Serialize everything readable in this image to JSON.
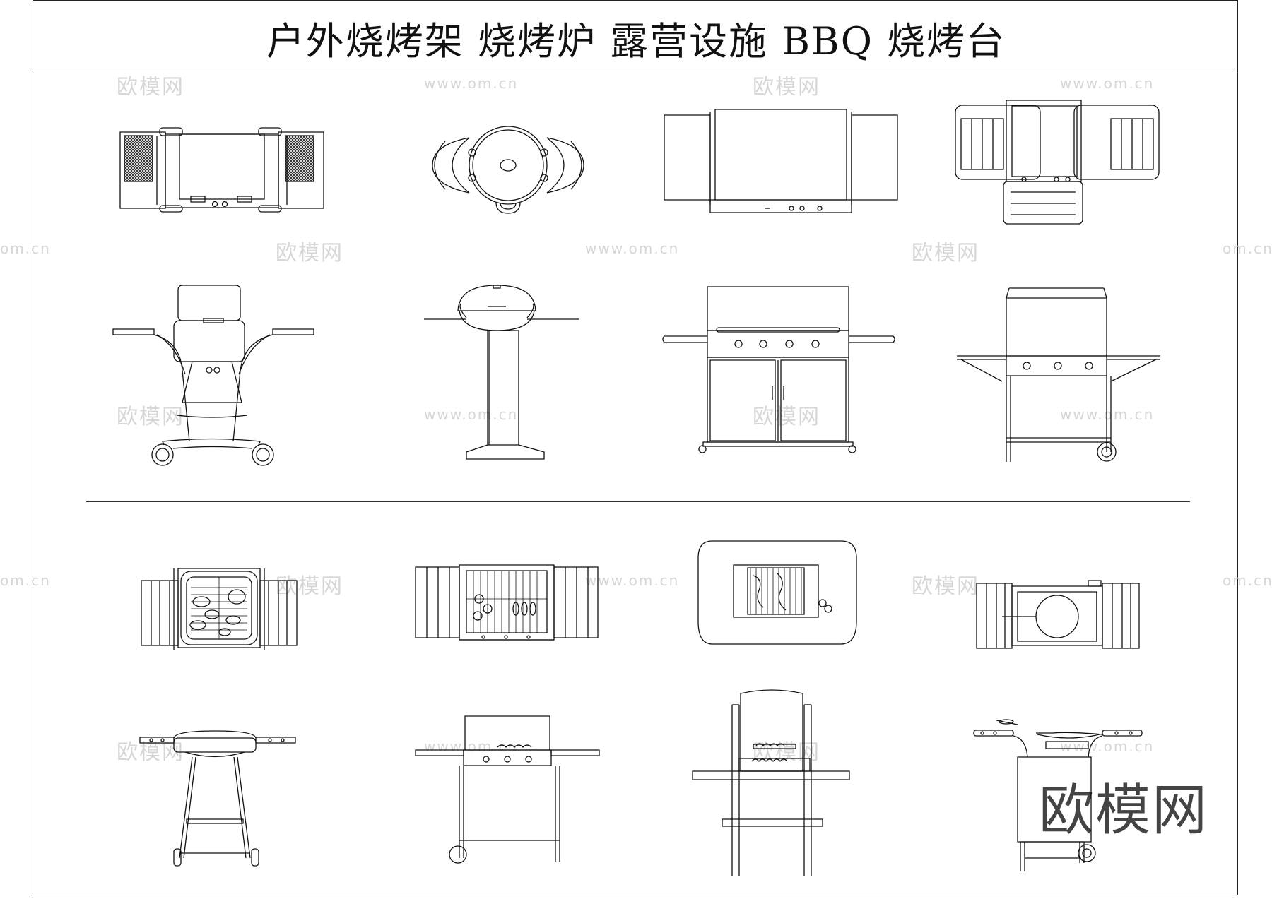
{
  "title": "户外烧烤架  烧烤炉  露营设施  BBQ  烧烤台",
  "watermark": {
    "brand": "欧模网",
    "url": "www.om.cn",
    "url_short": "om.cn"
  },
  "logo": "欧模网",
  "colors": {
    "line": "#111111",
    "watermark": "#d6d6d6",
    "logo": "#444444"
  },
  "groups": [
    {
      "name": "top-views-row-1",
      "items": [
        "grill-plan-1",
        "kettle-plan",
        "gas-grill-plan",
        "cart-grill-plan"
      ]
    },
    {
      "name": "front-elevations-row-2",
      "items": [
        "cart-grill-elevation",
        "pedestal-grill-elevation",
        "cabinet-grill-elevation",
        "side-shelf-grill-elevation"
      ]
    },
    {
      "name": "top-views-row-3",
      "items": [
        "charcoal-plan",
        "rack-grill-plan",
        "counter-grill-plan",
        "round-grill-plan"
      ]
    },
    {
      "name": "front-elevations-row-4",
      "items": [
        "kettle-elevation",
        "gas-grill-elevation",
        "brick-grill-elevation",
        "wok-grill-elevation"
      ]
    }
  ]
}
